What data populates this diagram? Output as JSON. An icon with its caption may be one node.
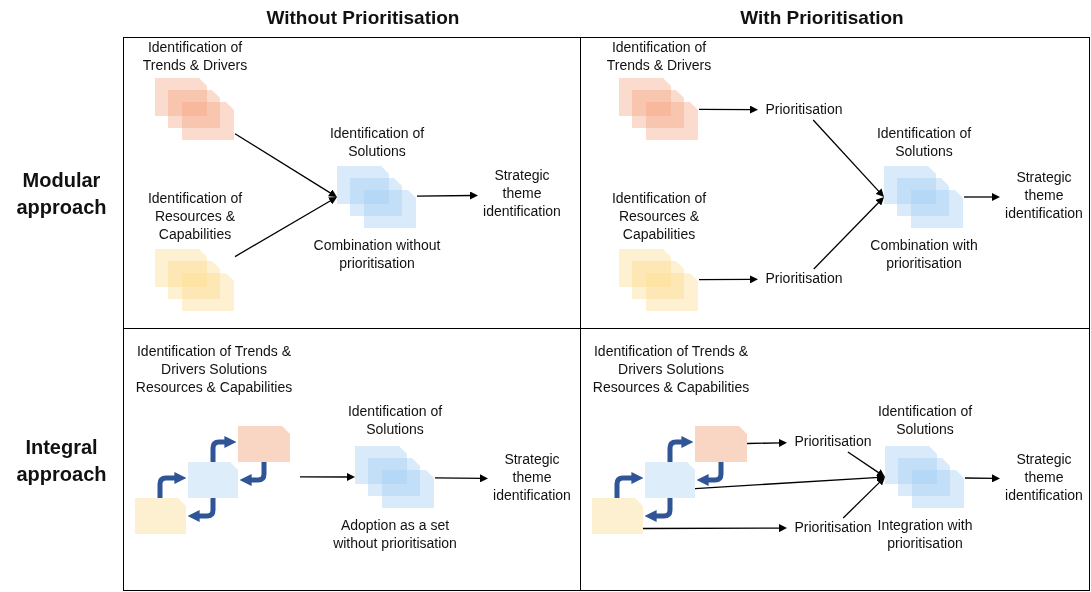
{
  "diagram": {
    "nodes": [
      {
        "text": [
          "Identification of Trends & Drivers"
        ]
      },
      {
        "text": [
          "Identification of Resources & Capabilities"
        ]
      },
      {
        "text": [
          "Identification of Solutions"
        ],
        "beside": [
          "Combination without prioritisation"
        ]
      },
      {
        "text": [
          "Strategic theme identification"
        ]
      },
      {
        "text": [
          "Identification of Trends & Drivers"
        ]
      },
      {
        "text": [
          "Prioritisation"
        ]
      },
      {
        "text": [
          "Identification of Resources & Capabilities"
        ]
      },
      {
        "text": [
          "Prioritisation"
        ]
      },
      {
        "text": [
          "Identification of Solutions"
        ],
        "beside": [
          "Combination with prioritisation"
        ]
      },
      {
        "text": [
          "Strategic theme identification"
        ]
      },
      {
        "text": [
          "Identification of Trends & Drivers Solutions Resources & Capabilities"
        ]
      },
      {
        "text": [],
        "shape": "box",
        "in": 10
      },
      {
        "text": [],
        "shape": "box",
        "in": 10
      },
      {
        "text": [],
        "shape": "box",
        "in": 10
      },
      {
        "text": [
          "Identification of Solutions"
        ],
        "beside": [
          "Adoption as a set without prioritisation"
        ]
      },
      {
        "text": [
          "Strategic theme identification"
        ]
      },
      {
        "text": [
          "Identification of Trends & Drivers Solutions Resources & Capabilities"
        ]
      },
      {
        "text": [],
        "shape": "box",
        "in": 16
      },
      {
        "text": [],
        "shape": "box",
        "in": 16
      },
      {
        "text": [],
        "shape": "box",
        "in": 16
      },
      {
        "text": [
          "Prioritisation"
        ]
      },
      {
        "text": [
          "Prioritisation"
        ]
      },
      {
        "text": [
          "Identification of Solutions"
        ],
        "beside": [
          "Integration with prioritisation"
        ]
      },
      {
        "text": [
          "Strategic theme identification"
        ]
      }
    ],
    "edges": [
      {
        "from": 0,
        "to": 2,
        "arrow": "to"
      },
      {
        "from": 1,
        "to": 2,
        "arrow": "to"
      },
      {
        "from": 2,
        "to": 3,
        "arrow": "to"
      },
      {
        "from": 4,
        "to": 5,
        "arrow": "to"
      },
      {
        "from": 6,
        "to": 7,
        "arrow": "to"
      },
      {
        "from": 5,
        "to": 8,
        "arrow": "to"
      },
      {
        "from": 7,
        "to": 8,
        "arrow": "to"
      },
      {
        "from": 8,
        "to": 9,
        "arrow": "to"
      },
      {
        "from": 11,
        "to": 12,
        "arrow": "to",
        "style": "thick",
        "color": "#2f5597"
      },
      {
        "from": 12,
        "to": 13,
        "arrow": "to",
        "style": "thick",
        "color": "#2f5597"
      },
      {
        "from": 13,
        "to": 12,
        "arrow": "to",
        "style": "thick",
        "color": "#2f5597"
      },
      {
        "from": 12,
        "to": 11,
        "arrow": "to",
        "style": "thick",
        "color": "#2f5597"
      },
      {
        "from": 10,
        "to": 14,
        "arrow": "to"
      },
      {
        "from": 14,
        "to": 15,
        "arrow": "to"
      },
      {
        "from": 17,
        "to": 18,
        "arrow": "to",
        "style": "thick",
        "color": "#2f5597"
      },
      {
        "from": 18,
        "to": 19,
        "arrow": "to",
        "style": "thick",
        "color": "#2f5597"
      },
      {
        "from": 19,
        "to": 18,
        "arrow": "to",
        "style": "thick",
        "color": "#2f5597"
      },
      {
        "from": 18,
        "to": 17,
        "arrow": "to",
        "style": "thick",
        "color": "#2f5597"
      },
      {
        "from": 19,
        "to": 20,
        "arrow": "to"
      },
      {
        "from": 18,
        "to": 22,
        "arrow": "to"
      },
      {
        "from": 17,
        "to": 21,
        "arrow": "to"
      },
      {
        "from": 20,
        "to": 22,
        "arrow": "to"
      },
      {
        "from": 21,
        "to": 22,
        "arrow": "to"
      },
      {
        "from": 22,
        "to": 23,
        "arrow": "to"
      }
    ],
    "labels": [
      "Without Prioritisation",
      "With Prioritisation",
      "Modular approach",
      "Integral approach"
    ]
  }
}
